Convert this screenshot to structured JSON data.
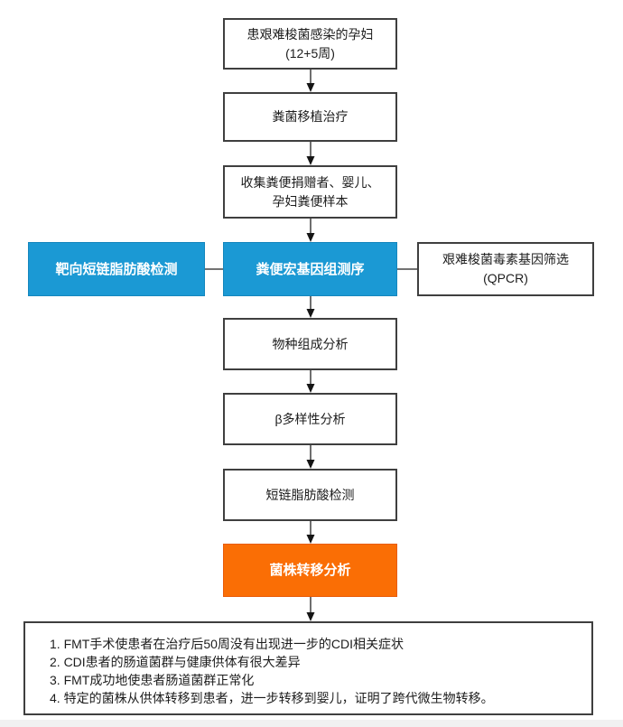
{
  "colors": {
    "node_blue": "#1b99d4",
    "node_blue_border": "#1486bd",
    "node_orange": "#fa6e05",
    "node_orange_border": "#e85c0a",
    "box_border": "#3f3f3f",
    "arrow": "#3f3f3f"
  },
  "flowchart": {
    "pregnant": {
      "line1": "患艰难梭菌感染的孕妇",
      "line2": "(12+5周)"
    },
    "fmt": {
      "label": "粪菌移植治疗"
    },
    "collect": {
      "line1": "收集粪便捐赠者、婴儿、",
      "line2": "孕妇粪便样本"
    },
    "targeted_scfa": {
      "label": "靶向短链脂肪酸检测"
    },
    "metagenome": {
      "label": "粪便宏基因组测序"
    },
    "toxin": {
      "line1": "艰难梭菌毒素基因筛选",
      "line2": "(QPCR)"
    },
    "species": {
      "label": "物种组成分析"
    },
    "beta": {
      "label": "β多样性分析"
    },
    "scfa": {
      "label": "短链脂肪酸检测"
    },
    "strain": {
      "label": "菌株转移分析"
    },
    "results": {
      "line1": "1. FMT手术使患者在治疗后50周没有出现进一步的CDI相关症状",
      "line2": "2. CDI患者的肠道菌群与健康供体有很大差异",
      "line3": "3. FMT成功地使患者肠道菌群正常化",
      "line4": "4. 特定的菌株从供体转移到患者，进一步转移到婴儿，证明了跨代微生物转移。"
    }
  }
}
